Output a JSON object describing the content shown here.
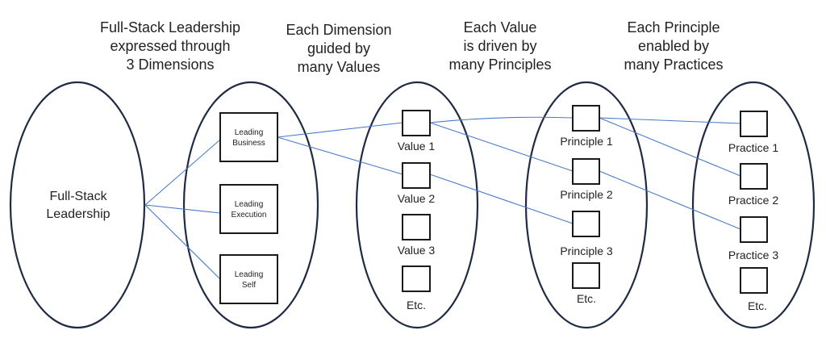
{
  "headers": {
    "col1": [
      "Full-Stack Leadership",
      "expressed through",
      "3 Dimensions"
    ],
    "col2": [
      "Each Dimension",
      "guided by",
      "many Values"
    ],
    "col3": [
      "Each Value",
      "is driven by",
      "many Principles"
    ],
    "col4": [
      "Each Principle",
      "enabled by",
      "many Practices"
    ]
  },
  "root": {
    "lines": [
      "Full-Stack",
      "Leadership"
    ]
  },
  "dimensions": [
    {
      "lines": [
        "Leading",
        "Business"
      ]
    },
    {
      "lines": [
        "Leading",
        "Execution"
      ]
    },
    {
      "lines": [
        "Leading",
        "Self"
      ]
    }
  ],
  "values": [
    "Value 1",
    "Value 2",
    "Value 3",
    "Etc."
  ],
  "principles": [
    "Principle 1",
    "Principle 2",
    "Principle 3",
    "Etc."
  ],
  "practices": [
    "Practice 1",
    "Practice 2",
    "Practice 3",
    "Etc."
  ],
  "colors": {
    "ellipse_stroke": "#1f2a44",
    "box_stroke": "#1a1a1a",
    "connector": "#4a7bc8",
    "text": "#222222"
  }
}
